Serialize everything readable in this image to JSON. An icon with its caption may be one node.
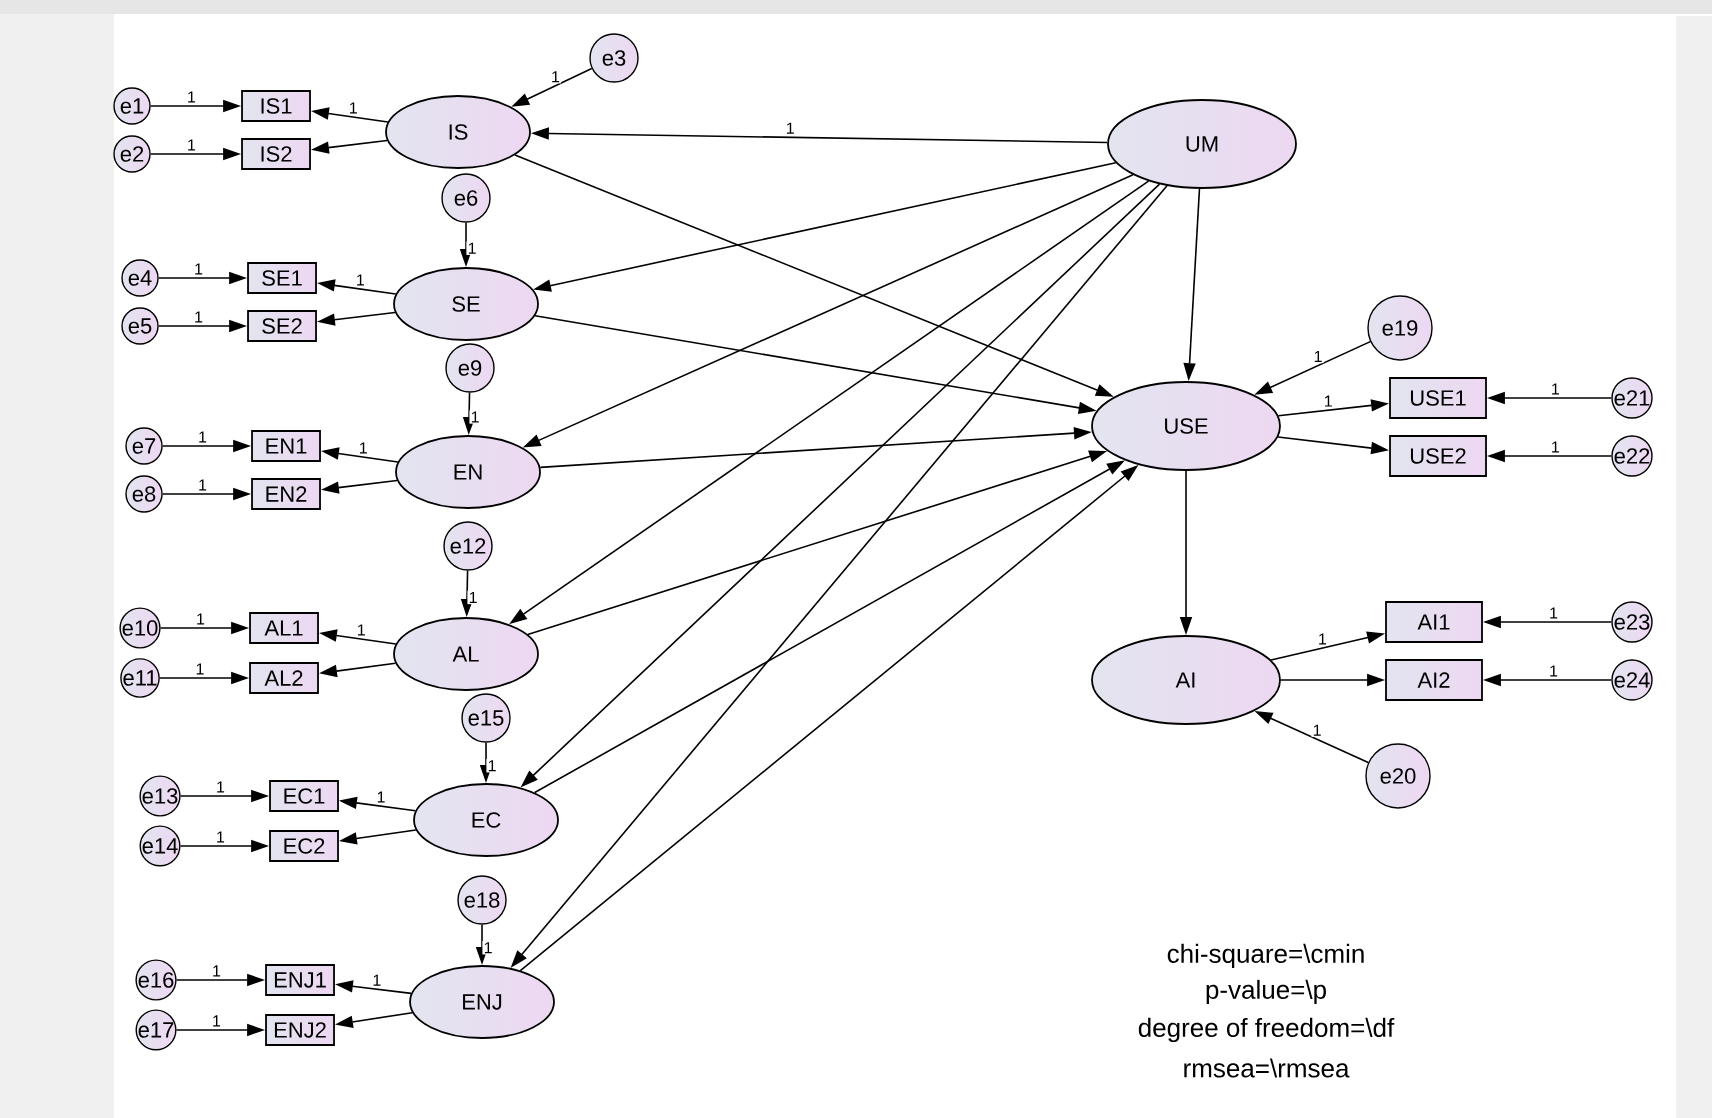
{
  "diagram": {
    "nodes": [
      {
        "text": [
          "IS"
        ]
      },
      {
        "text": [
          "IS1"
        ]
      },
      {
        "text": [
          "IS2"
        ]
      },
      {
        "text": [
          "e1"
        ]
      },
      {
        "text": [
          "e2"
        ]
      },
      {
        "text": [
          "e3"
        ]
      },
      {
        "text": [
          "e6"
        ]
      },
      {
        "text": [
          "SE"
        ]
      },
      {
        "text": [
          "SE1"
        ]
      },
      {
        "text": [
          "SE2"
        ]
      },
      {
        "text": [
          "e4"
        ]
      },
      {
        "text": [
          "e5"
        ]
      },
      {
        "text": [
          "e9"
        ]
      },
      {
        "text": [
          "EN"
        ]
      },
      {
        "text": [
          "EN1"
        ]
      },
      {
        "text": [
          "EN2"
        ]
      },
      {
        "text": [
          "e7"
        ]
      },
      {
        "text": [
          "e8"
        ]
      },
      {
        "text": [
          "e12"
        ]
      },
      {
        "text": [
          "AL"
        ]
      },
      {
        "text": [
          "AL1"
        ]
      },
      {
        "text": [
          "AL2"
        ]
      },
      {
        "text": [
          "e10"
        ]
      },
      {
        "text": [
          "e11"
        ]
      },
      {
        "text": [
          "e15"
        ]
      },
      {
        "text": [
          "EC"
        ]
      },
      {
        "text": [
          "EC1"
        ]
      },
      {
        "text": [
          "EC2"
        ]
      },
      {
        "text": [
          "e13"
        ]
      },
      {
        "text": [
          "e14"
        ]
      },
      {
        "text": [
          "e18"
        ]
      },
      {
        "text": [
          "ENJ"
        ]
      },
      {
        "text": [
          "ENJ1"
        ]
      },
      {
        "text": [
          "ENJ2"
        ]
      },
      {
        "text": [
          "e16"
        ]
      },
      {
        "text": [
          "e17"
        ]
      },
      {
        "text": [
          "UM"
        ]
      },
      {
        "text": [
          "USE"
        ]
      },
      {
        "text": [
          "e19"
        ]
      },
      {
        "text": [
          "USE1"
        ]
      },
      {
        "text": [
          "USE2"
        ]
      },
      {
        "text": [
          "e21"
        ]
      },
      {
        "text": [
          "e22"
        ]
      },
      {
        "text": [
          "AI"
        ]
      },
      {
        "text": [
          "AI1"
        ]
      },
      {
        "text": [
          "AI2"
        ]
      },
      {
        "text": [
          "e23"
        ]
      },
      {
        "text": [
          "e24"
        ]
      },
      {
        "text": [
          "e20"
        ]
      }
    ],
    "edges": [
      {
        "from": 3,
        "to": 1,
        "arrow": "to",
        "label": "1"
      },
      {
        "from": 4,
        "to": 2,
        "arrow": "to",
        "label": "1"
      },
      {
        "from": 0,
        "to": 1,
        "arrow": "to",
        "label": "1"
      },
      {
        "from": 0,
        "to": 2,
        "arrow": "to"
      },
      {
        "from": 5,
        "to": 0,
        "arrow": "to",
        "label": "1"
      },
      {
        "from": 36,
        "to": 0,
        "arrow": "to",
        "label": "1"
      },
      {
        "from": 10,
        "to": 8,
        "arrow": "to",
        "label": "1"
      },
      {
        "from": 11,
        "to": 9,
        "arrow": "to",
        "label": "1"
      },
      {
        "from": 7,
        "to": 8,
        "arrow": "to",
        "label": "1"
      },
      {
        "from": 7,
        "to": 9,
        "arrow": "to"
      },
      {
        "from": 6,
        "to": 7,
        "arrow": "to",
        "label": "1"
      },
      {
        "from": 16,
        "to": 14,
        "arrow": "to",
        "label": "1"
      },
      {
        "from": 17,
        "to": 15,
        "arrow": "to",
        "label": "1"
      },
      {
        "from": 13,
        "to": 14,
        "arrow": "to",
        "label": "1"
      },
      {
        "from": 13,
        "to": 15,
        "arrow": "to"
      },
      {
        "from": 12,
        "to": 13,
        "arrow": "to",
        "label": "1"
      },
      {
        "from": 22,
        "to": 20,
        "arrow": "to",
        "label": "1"
      },
      {
        "from": 23,
        "to": 21,
        "arrow": "to",
        "label": "1"
      },
      {
        "from": 19,
        "to": 20,
        "arrow": "to",
        "label": "1"
      },
      {
        "from": 19,
        "to": 21,
        "arrow": "to"
      },
      {
        "from": 18,
        "to": 19,
        "arrow": "to",
        "label": "1"
      },
      {
        "from": 28,
        "to": 26,
        "arrow": "to",
        "label": "1"
      },
      {
        "from": 29,
        "to": 27,
        "arrow": "to",
        "label": "1"
      },
      {
        "from": 25,
        "to": 26,
        "arrow": "to",
        "label": "1"
      },
      {
        "from": 25,
        "to": 27,
        "arrow": "to"
      },
      {
        "from": 24,
        "to": 25,
        "arrow": "to",
        "label": "1"
      },
      {
        "from": 34,
        "to": 32,
        "arrow": "to",
        "label": "1"
      },
      {
        "from": 35,
        "to": 33,
        "arrow": "to",
        "label": "1"
      },
      {
        "from": 31,
        "to": 32,
        "arrow": "to",
        "label": "1"
      },
      {
        "from": 31,
        "to": 33,
        "arrow": "to"
      },
      {
        "from": 30,
        "to": 31,
        "arrow": "to",
        "label": "1"
      },
      {
        "from": 36,
        "to": 7,
        "arrow": "to"
      },
      {
        "from": 36,
        "to": 13,
        "arrow": "to"
      },
      {
        "from": 36,
        "to": 19,
        "arrow": "to"
      },
      {
        "from": 36,
        "to": 25,
        "arrow": "to"
      },
      {
        "from": 36,
        "to": 31,
        "arrow": "to"
      },
      {
        "from": 36,
        "to": 37,
        "arrow": "to"
      },
      {
        "from": 0,
        "to": 37,
        "arrow": "to"
      },
      {
        "from": 7,
        "to": 37,
        "arrow": "to"
      },
      {
        "from": 13,
        "to": 37,
        "arrow": "to"
      },
      {
        "from": 19,
        "to": 37,
        "arrow": "to"
      },
      {
        "from": 25,
        "to": 37,
        "arrow": "to"
      },
      {
        "from": 31,
        "to": 37,
        "arrow": "to"
      },
      {
        "from": 38,
        "to": 37,
        "arrow": "to",
        "label": "1"
      },
      {
        "from": 37,
        "to": 39,
        "arrow": "to",
        "label": "1"
      },
      {
        "from": 37,
        "to": 40,
        "arrow": "to"
      },
      {
        "from": 41,
        "to": 39,
        "arrow": "to",
        "label": "1"
      },
      {
        "from": 42,
        "to": 40,
        "arrow": "to",
        "label": "1"
      },
      {
        "from": 37,
        "to": 43,
        "arrow": "to"
      },
      {
        "from": 43,
        "to": 44,
        "arrow": "to",
        "label": "1"
      },
      {
        "from": 43,
        "to": 45,
        "arrow": "to"
      },
      {
        "from": 46,
        "to": 44,
        "arrow": "to",
        "label": "1"
      },
      {
        "from": 47,
        "to": 45,
        "arrow": "to",
        "label": "1"
      },
      {
        "from": 48,
        "to": 43,
        "arrow": "to",
        "label": "1"
      }
    ],
    "labels": [
      "chi-square=\\cmin",
      "p-value=\\p",
      "degree of freedom=\\df",
      "rmsea=\\rmsea"
    ]
  }
}
